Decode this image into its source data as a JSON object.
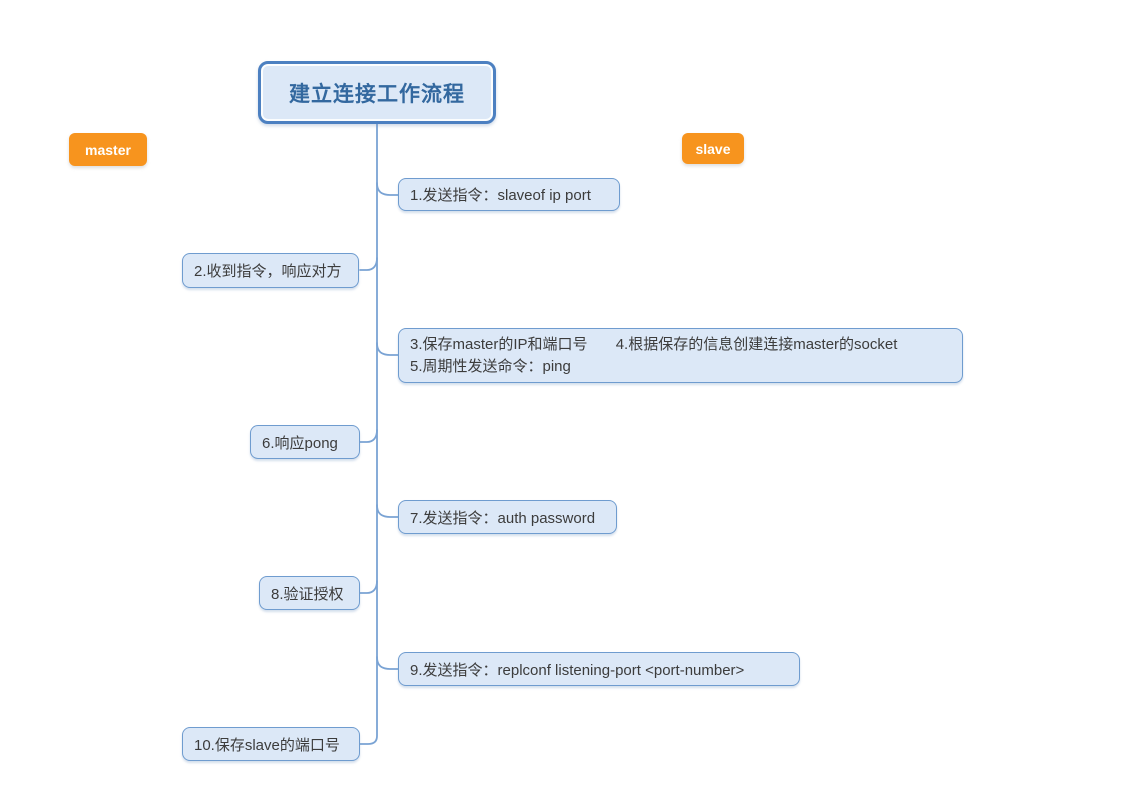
{
  "root": {
    "title": "建立连接工作流程"
  },
  "badges": {
    "master": "master",
    "slave": "slave"
  },
  "nodes": [
    {
      "step": "1",
      "side": "right",
      "text": "1.发送指令：slaveof ip port"
    },
    {
      "step": "2",
      "side": "left",
      "text": "2.收到指令，响应对方"
    },
    {
      "step": "3-5",
      "side": "right",
      "line1_left": "3.保存master的IP和端口号",
      "line1_right": "4.根据保存的信息创建连接master的socket",
      "line2": "5.周期性发送命令：ping"
    },
    {
      "step": "6",
      "side": "left",
      "text": "6.响应pong"
    },
    {
      "step": "7",
      "side": "right",
      "text": "7.发送指令：auth password"
    },
    {
      "step": "8",
      "side": "left",
      "text": "8.验证授权"
    },
    {
      "step": "9",
      "side": "right",
      "text": "9.发送指令：replconf listening-port <port-number>"
    },
    {
      "step": "10",
      "side": "left",
      "text": "10.保存slave的端口号"
    }
  ],
  "colors": {
    "node_fill": "#dce8f7",
    "node_border": "#6f9ccf",
    "root_border": "#4c80c1",
    "root_text": "#33689f",
    "badge_orange": "#f7941e",
    "connector": "#7aa3d4",
    "node_text": "#3c3c3c"
  }
}
